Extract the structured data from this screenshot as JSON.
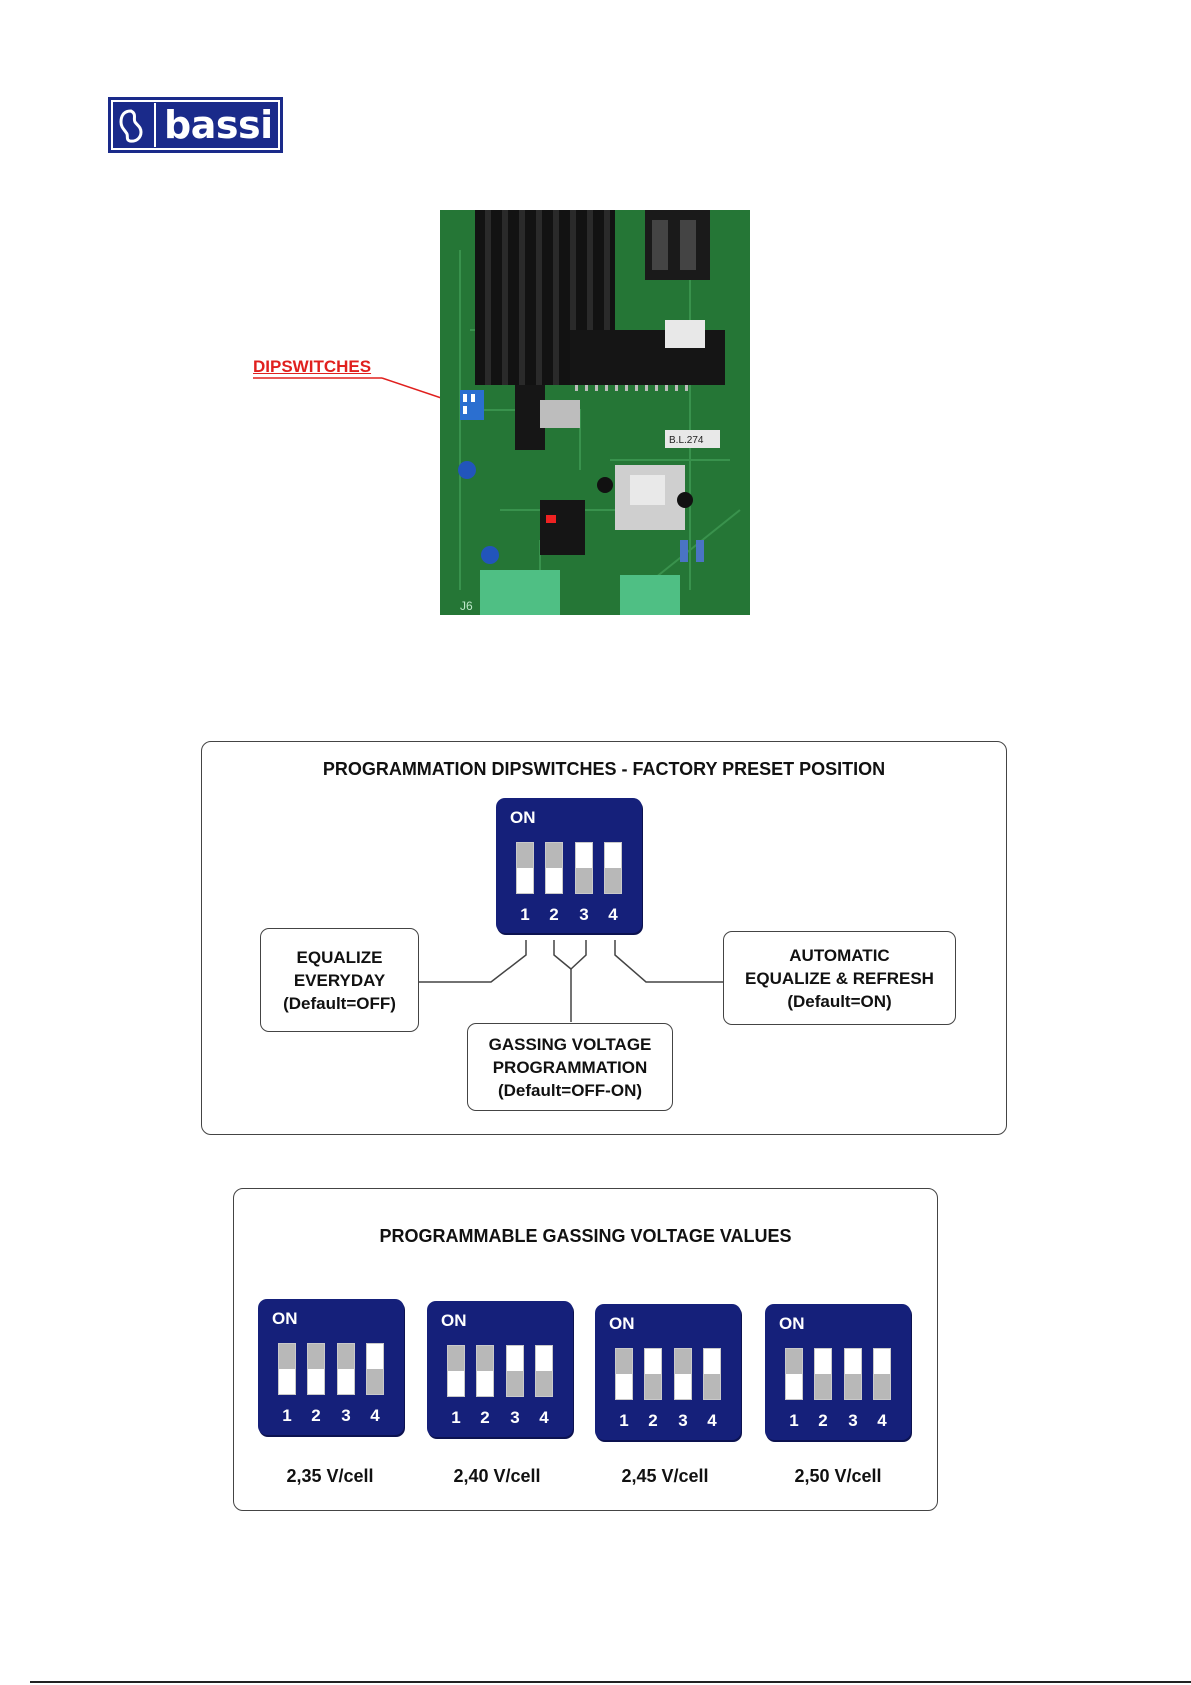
{
  "logo": {
    "brand_text": "bassi",
    "brand_color": "#1a2a8a"
  },
  "photo": {
    "callout_label": "DIPSWITCHES",
    "board_label": "B.L.274",
    "callout_color": "#e0201e"
  },
  "preset_panel": {
    "title": "PROGRAMMATION DIPSWITCHES - FACTORY PRESET POSITION",
    "dip": {
      "on_label": "ON",
      "numbers": [
        "1",
        "2",
        "3",
        "4"
      ],
      "switches": [
        "off",
        "off",
        "on",
        "on"
      ]
    },
    "boxes": {
      "equalize": [
        "EQUALIZE",
        "EVERYDAY",
        "(Default=OFF)"
      ],
      "gassing": [
        "GASSING VOLTAGE",
        "PROGRAMMATION",
        "(Default=OFF-ON)"
      ],
      "automatic": [
        "AUTOMATIC",
        "EQUALIZE & REFRESH",
        "(Default=ON)"
      ]
    }
  },
  "values_panel": {
    "title": "PROGRAMMABLE GASSING VOLTAGE VALUES",
    "options": [
      {
        "on_label": "ON",
        "numbers": [
          "1",
          "2",
          "3",
          "4"
        ],
        "switches": [
          "off",
          "off",
          "off",
          "on"
        ],
        "label": "2,35 V/cell"
      },
      {
        "on_label": "ON",
        "numbers": [
          "1",
          "2",
          "3",
          "4"
        ],
        "switches": [
          "off",
          "off",
          "on",
          "on"
        ],
        "label": "2,40 V/cell"
      },
      {
        "on_label": "ON",
        "numbers": [
          "1",
          "2",
          "3",
          "4"
        ],
        "switches": [
          "off",
          "on",
          "off",
          "on"
        ],
        "label": "2,45 V/cell"
      },
      {
        "on_label": "ON",
        "numbers": [
          "1",
          "2",
          "3",
          "4"
        ],
        "switches": [
          "off",
          "on",
          "on",
          "on"
        ],
        "label": "2,50 V/cell"
      }
    ]
  },
  "colors": {
    "dip_body": "#15207a",
    "switch_knob": "#b8b8b8"
  }
}
